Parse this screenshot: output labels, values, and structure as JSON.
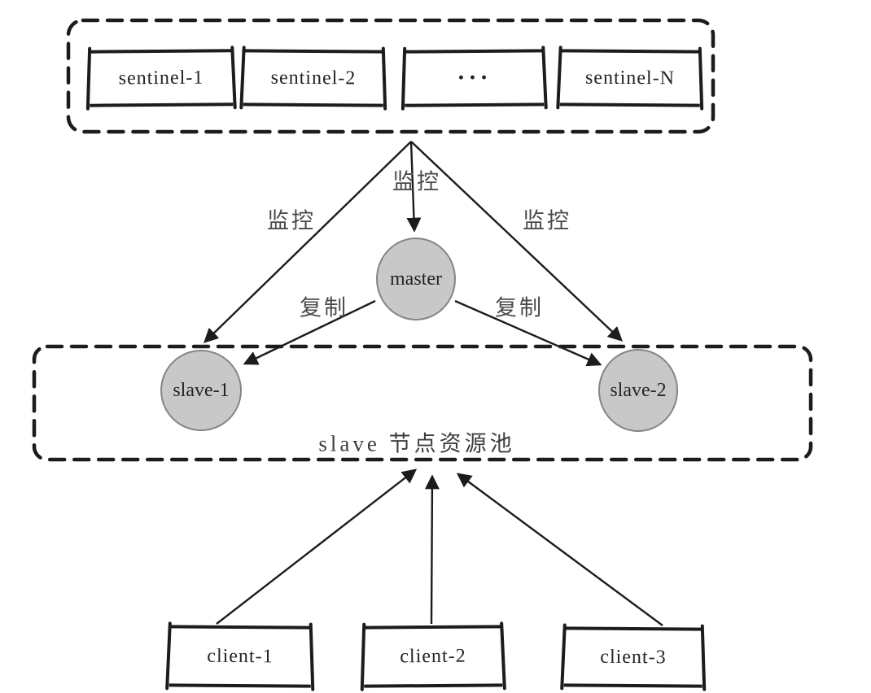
{
  "sentinel_pool": {
    "nodes": [
      "sentinel-1",
      "sentinel-2",
      "···",
      "sentinel-N"
    ]
  },
  "master": {
    "label": "master"
  },
  "slave_pool": {
    "label": "slave 节点资源池",
    "nodes": [
      "slave-1",
      "slave-2"
    ]
  },
  "clients": [
    "client-1",
    "client-2",
    "client-3"
  ],
  "edge_labels": {
    "monitor_left": "监控",
    "monitor_center": "监控",
    "monitor_right": "监控",
    "replicate_left": "复制",
    "replicate_right": "复制"
  },
  "colors": {
    "node_fill": "#c8c8c8",
    "node_stroke": "#858585",
    "line": "#1c1c1c",
    "background": "#ffffff"
  }
}
